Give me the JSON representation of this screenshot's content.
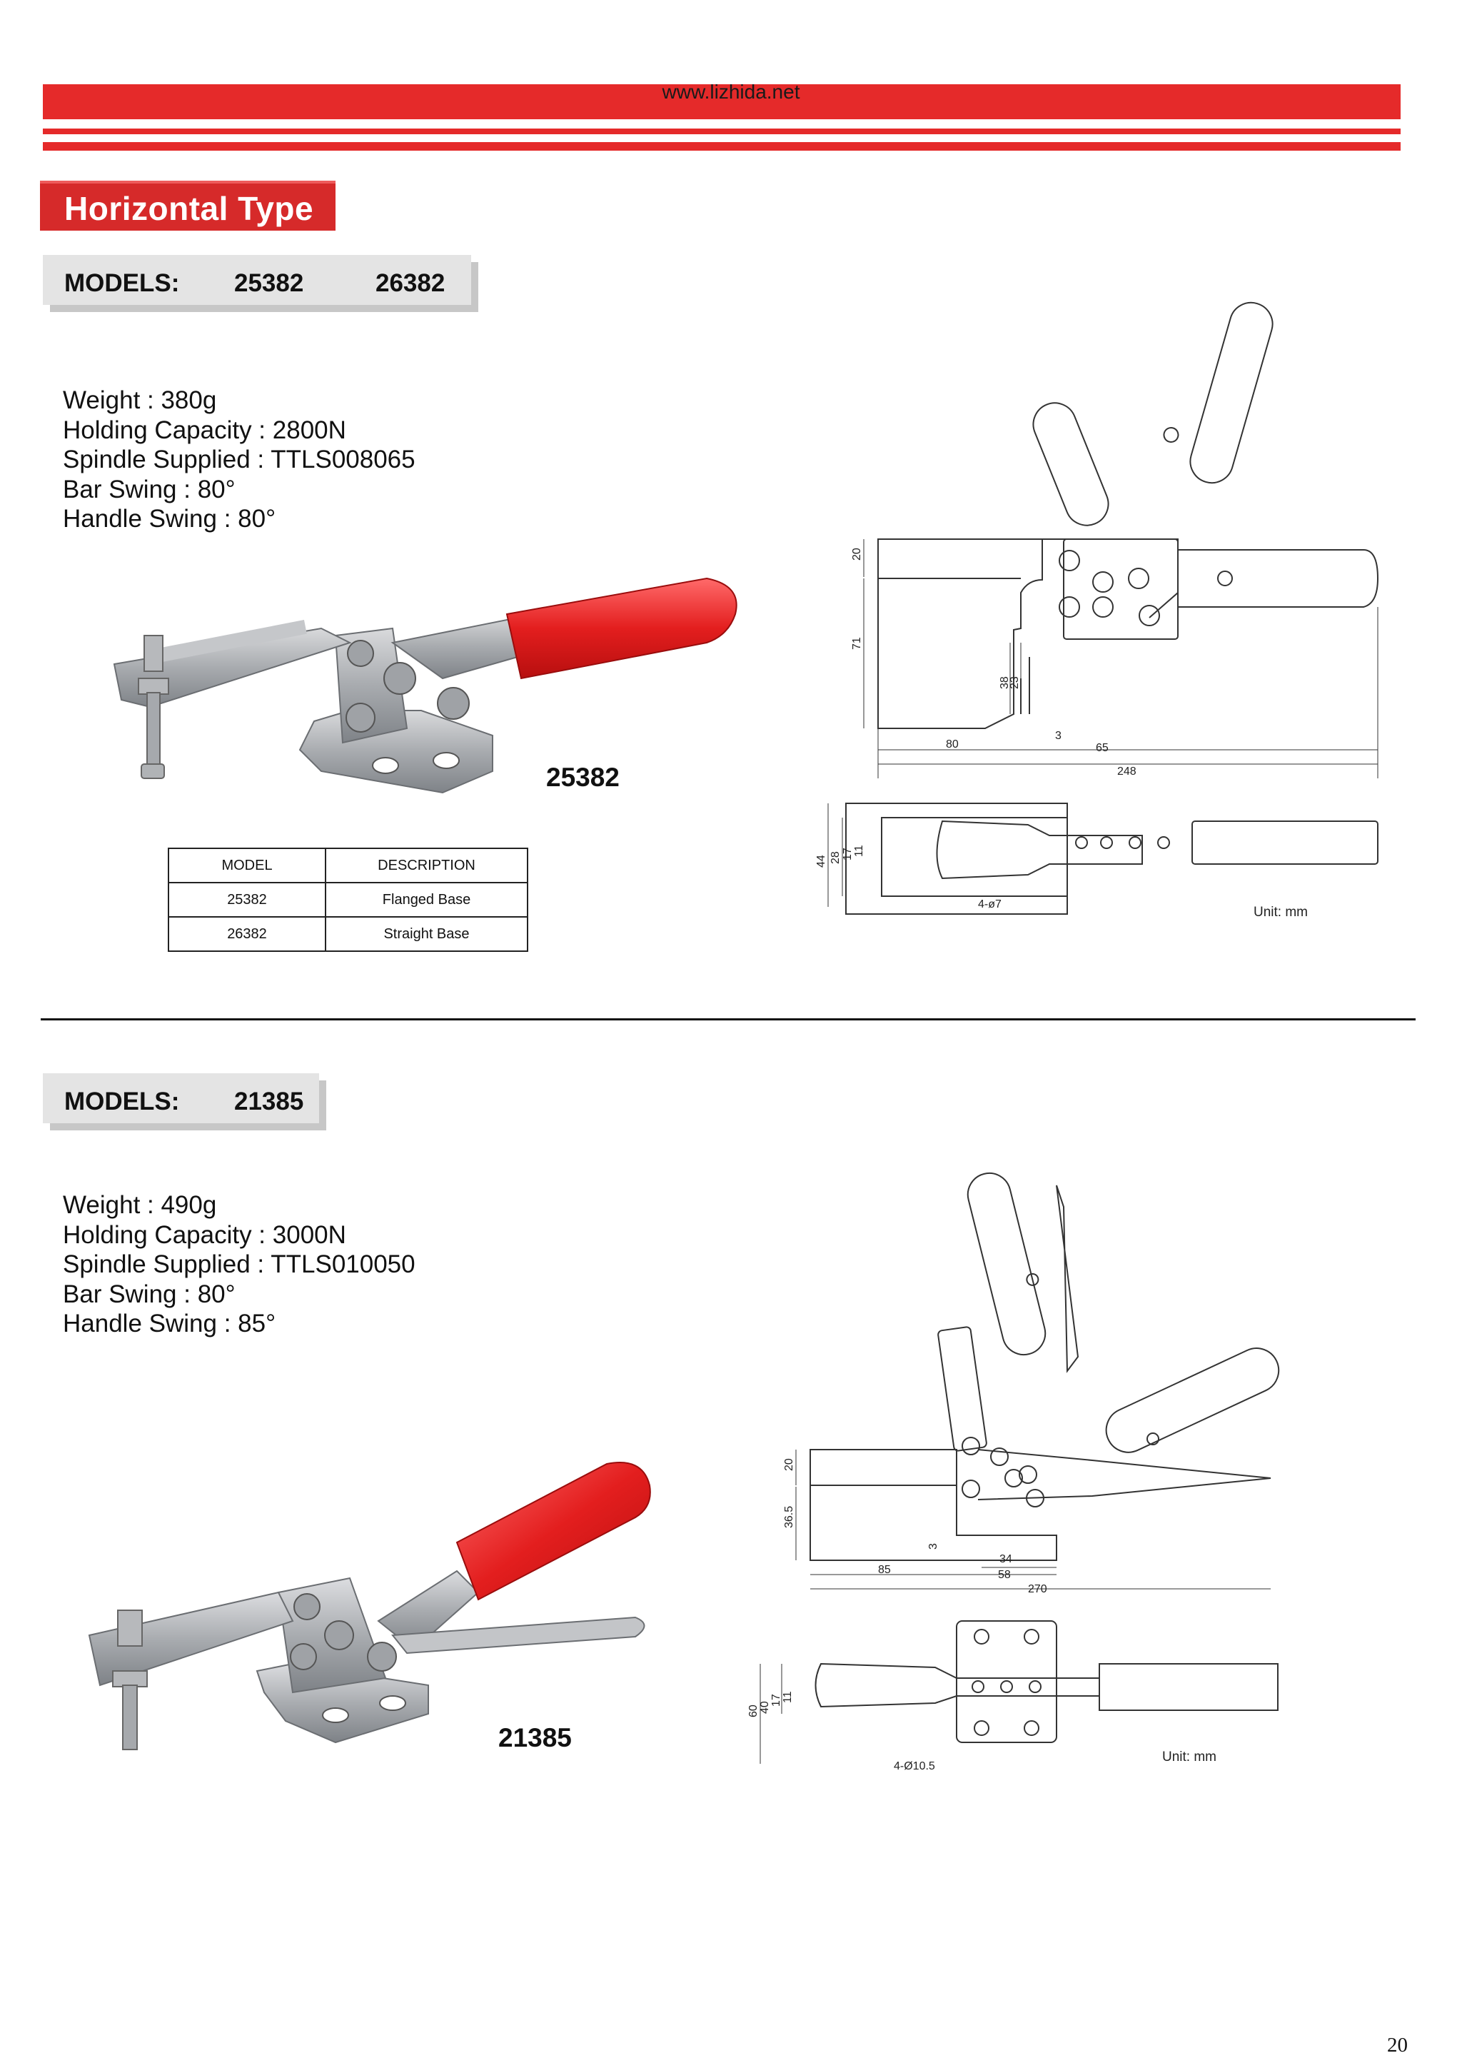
{
  "header": {
    "url": "www.lizhida.net",
    "bar_color": "#e52a2a"
  },
  "title": "Horizontal Type",
  "section1": {
    "models_label": "MODELS:",
    "models": [
      "25382",
      "26382"
    ],
    "specs": [
      "Weight : 380g",
      "Holding Capacity : 2800N",
      "Spindle Supplied : TTLS008065",
      "Bar Swing : 80°",
      "Handle Swing : 80°"
    ],
    "photo_label": "25382",
    "table": {
      "headers": [
        "MODEL",
        "DESCRIPTION"
      ],
      "rows": [
        [
          "25382",
          "Flanged Base"
        ],
        [
          "26382",
          "Straight Base"
        ]
      ]
    },
    "drawing": {
      "dims": [
        "20",
        "71",
        "38",
        "23",
        "3",
        "80",
        "65",
        "248",
        "44",
        "28",
        "17",
        "11",
        "4-ø7"
      ],
      "unit": "Unit: mm"
    }
  },
  "section2": {
    "models_label": "MODELS:",
    "models": [
      "21385"
    ],
    "specs": [
      "Weight : 490g",
      "Holding Capacity : 3000N",
      "Spindle Supplied : TTLS010050",
      "Bar Swing : 80°",
      "Handle Swing : 85°"
    ],
    "photo_label": "21385",
    "drawing": {
      "dims": [
        "20",
        "36.5",
        "3",
        "34",
        "58",
        "85",
        "270",
        "60",
        "40",
        "17",
        "11",
        "4-Ø10.5"
      ],
      "unit": "Unit: mm"
    }
  },
  "page_number": "20"
}
